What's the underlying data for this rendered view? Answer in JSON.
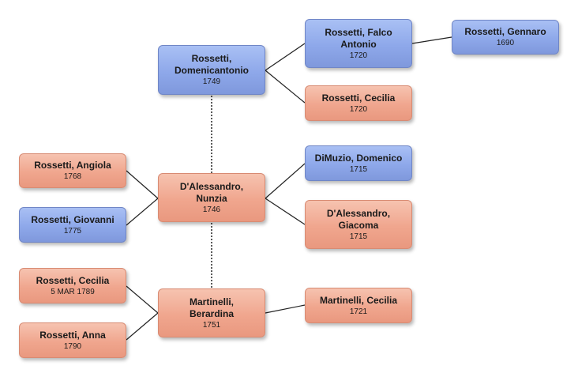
{
  "colors": {
    "male": "#8ea8ea",
    "female": "#f0a68e",
    "connector": "#222222"
  },
  "people": {
    "domenicantonio": {
      "name": "Rossetti,\nDomenicantonio",
      "date": "1749",
      "gender": "male"
    },
    "falco": {
      "name": "Rossetti, Falco\nAntonio",
      "date": "1720",
      "gender": "male"
    },
    "gennaro": {
      "name": "Rossetti, Gennaro",
      "date": "1690",
      "gender": "male"
    },
    "cecilia_1720": {
      "name": "Rossetti, Cecilia",
      "date": "1720",
      "gender": "female"
    },
    "angiola": {
      "name": "Rossetti, Angiola",
      "date": "1768",
      "gender": "female"
    },
    "giovanni": {
      "name": "Rossetti, Giovanni",
      "date": "1775",
      "gender": "male"
    },
    "nunzia": {
      "name": "D'Alessandro,\nNunzia",
      "date": "1746",
      "gender": "female"
    },
    "domenico": {
      "name": "DiMuzio, Domenico",
      "date": "1715",
      "gender": "male"
    },
    "giacoma": {
      "name": "D'Alessandro,\nGiacoma",
      "date": "1715",
      "gender": "female"
    },
    "cecilia_1789": {
      "name": "Rossetti, Cecilia",
      "date": "5 MAR 1789",
      "gender": "female"
    },
    "anna": {
      "name": "Rossetti, Anna",
      "date": "1790",
      "gender": "female"
    },
    "berardina": {
      "name": "Martinelli,\nBerardina",
      "date": "1751",
      "gender": "female"
    },
    "cecilia_1721": {
      "name": "Martinelli, Cecilia",
      "date": "1721",
      "gender": "female"
    }
  }
}
